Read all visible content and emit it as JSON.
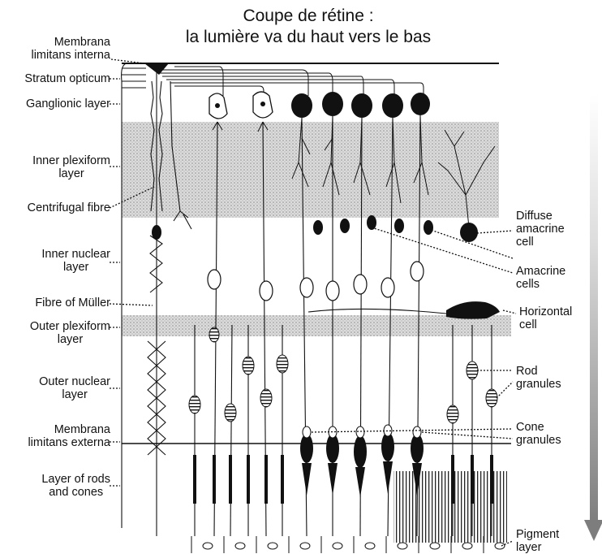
{
  "title": {
    "line1": "Coupe de rétine :",
    "line2": "la lumière va du haut vers le bas"
  },
  "left_labels": [
    {
      "lines": [
        "Membrana",
        "limitans interna"
      ]
    },
    {
      "lines": [
        "Stratum opticum"
      ]
    },
    {
      "lines": [
        "Ganglionic layer"
      ]
    },
    {
      "lines": [
        "Inner plexiform",
        "layer"
      ]
    },
    {
      "lines": [
        "Centrifugal fibre"
      ]
    },
    {
      "lines": [
        "Inner nuclear",
        "layer"
      ]
    },
    {
      "lines": [
        "Fibre of Müller"
      ]
    },
    {
      "lines": [
        "Outer plexiform",
        "layer"
      ]
    },
    {
      "lines": [
        "Outer nuclear",
        "layer"
      ]
    },
    {
      "lines": [
        "Membrana",
        "limitans externa"
      ]
    },
    {
      "lines": [
        "Layer of rods",
        "and cones"
      ]
    }
  ],
  "right_labels": [
    {
      "lines": [
        "Diffuse",
        "amacrine",
        "cell"
      ]
    },
    {
      "lines": [
        "Amacrine",
        "cells"
      ]
    },
    {
      "lines": [
        "Horizontal",
        "cell"
      ]
    },
    {
      "lines": [
        "Rod",
        "granules"
      ]
    },
    {
      "lines": [
        "Cone",
        "granules"
      ]
    },
    {
      "lines": [
        "Pigment",
        "layer"
      ]
    }
  ],
  "colors": {
    "ink": "#111111",
    "shade": "#c8c8c8",
    "arrow": "#9a9a9a"
  },
  "icons": {
    "light_direction": "down-arrow-icon"
  }
}
